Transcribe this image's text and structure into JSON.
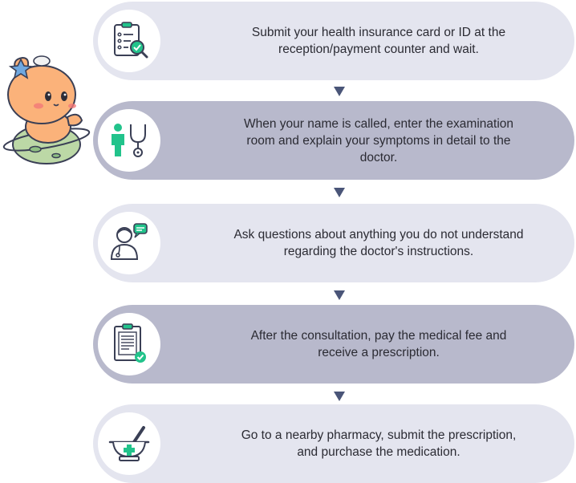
{
  "steps": [
    {
      "text": "Submit your health insurance card or ID at the\nreception/payment counter and wait.",
      "icon": "checklist-magnifier-icon",
      "shade": "light"
    },
    {
      "text": "When your name is called, enter the examination\nroom and explain your symptoms in detail to the\ndoctor.",
      "icon": "stethoscope-icon",
      "shade": "dark"
    },
    {
      "text": "Ask questions about anything you do not understand\nregarding the doctor's instructions.",
      "icon": "doctor-chat-icon",
      "shade": "light"
    },
    {
      "text": "After the consultation, pay the medical fee and\nreceive a prescription.",
      "icon": "prescription-clipboard-icon",
      "shade": "dark"
    },
    {
      "text": "Go to a nearby pharmacy, submit the prescription,\nand purchase the medication.",
      "icon": "mortar-pestle-icon",
      "shade": "light"
    }
  ],
  "colors": {
    "light_step": "#e4e5ef",
    "dark_step": "#b8b9cc",
    "arrow": "#4a5578",
    "accent_green": "#22c38b",
    "icon_line": "#3a3f55"
  }
}
